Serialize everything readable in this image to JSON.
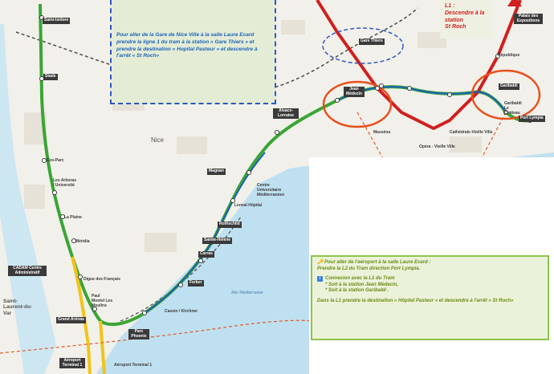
{
  "city_label": "Nice",
  "sea_label": "Mer Méditerranée",
  "places": {
    "saint_laurent": "Saint-Laurent-du-Var"
  },
  "colors": {
    "line1": "#d11f1f",
    "line2": "#3aa535",
    "line3": "#f0c419",
    "sea": "#bfe0f0",
    "route_dash": "#e05a2a",
    "note_green_bg": "#eaf3d9",
    "note_green_border": "#8fc34a",
    "note_blue_text": "#1e63b8",
    "highlight_orange": "#e8501c",
    "highlight_blue": "#2f57c7"
  },
  "top_note": {
    "text": "Pour aller de la Gare de Nice Ville à la salle Laure Ecard prendre la ligne 1 du tram à la station « Gare Thiers » et prendre la destination « Hopital Pasteur » et descendre à l'arrêt « St Roch»"
  },
  "l1_note": {
    "line1": "L1 :",
    "line2": "Descendre à la",
    "line3": "station",
    "line4": "St Roch"
  },
  "airport_note": {
    "title": "Pour aller de l'aéroport à la salle Laure Ecard :",
    "line2": "Prendre la L2 du Tram direction Port Lympia.",
    "connexion_title": "Connexion avec la L1 du Tram",
    "option1": "* Soit à la station Jean Médecin,",
    "option2": "* Soit à la station Garibaldi .",
    "instruction": "Dans la L1 prendre la destination « Hôpital Pasteur » et descendre à l'arrêt « St Roch»"
  },
  "stations": {
    "saint_isidore": "Saint-Isidore",
    "stade": "Stade",
    "gare_thiers": "Gare Thiers",
    "jean_medecin": "Jean Médecin",
    "alsace_lorraine": "Alsace-Lorraine",
    "garibaldi": "Garibaldi",
    "port_lympia": "Port Lympia",
    "palais_expositions": "Palais des Expositions",
    "magnan": "Magnan",
    "rothschild": "Rothschild",
    "sainte_helene": "Sainte-Hélène",
    "carras": "Carras",
    "ferber": "Ferber",
    "parc_phoenix": "Parc Phoenix",
    "grand_arenas": "Grand Arénas",
    "aeroport_t1": "Aéroport Terminal 1",
    "cadam": "CADAM Centre Administratif"
  },
  "stops": {
    "eco_parc": "Éco-Parc",
    "arboras": "Les Arboras / Université",
    "la_plaine": "La Plaine",
    "meridia": "Méridia",
    "digue": "Digue des Français",
    "paul_montel": "Paul Montel Les Moulins",
    "cassin": "Cassin / Kirchner",
    "aeroport_t1_stop": "Aéroport Terminal 1",
    "lenval": "Lenval Hôpital",
    "centre_univ": "Centre Universitaire Méditerranéen",
    "massena": "Masséna",
    "opera": "Opéra - Vieille Ville",
    "cathedrale": "Cathédrale-Vieille Ville",
    "garibaldi_chateau": "Garibaldi Le Château",
    "republique": "République"
  }
}
